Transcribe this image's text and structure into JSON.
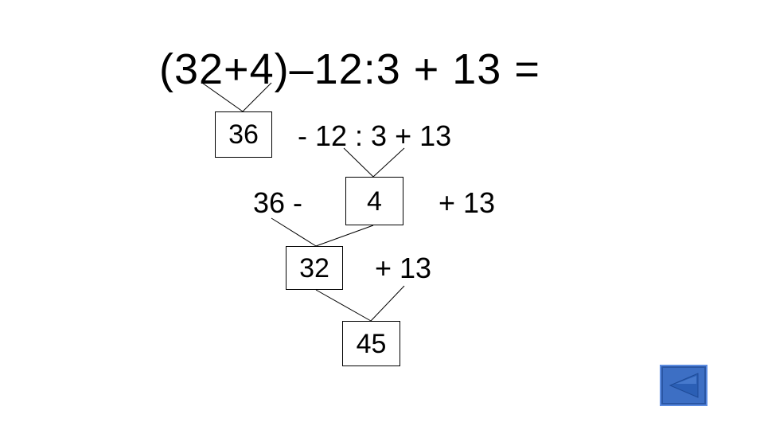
{
  "expression": "(32+4)–12:3 + 13 =",
  "step1": {
    "result": "36",
    "rest": "- 12 : 3 + 13"
  },
  "step2": {
    "left": "36 -",
    "result": "4",
    "rest": "+ 13"
  },
  "step3": {
    "result": "32",
    "rest": "+ 13"
  },
  "final": {
    "result": "45"
  },
  "nav": {
    "back_icon": "triangle-left-icon",
    "color": "#3d6fc4"
  }
}
